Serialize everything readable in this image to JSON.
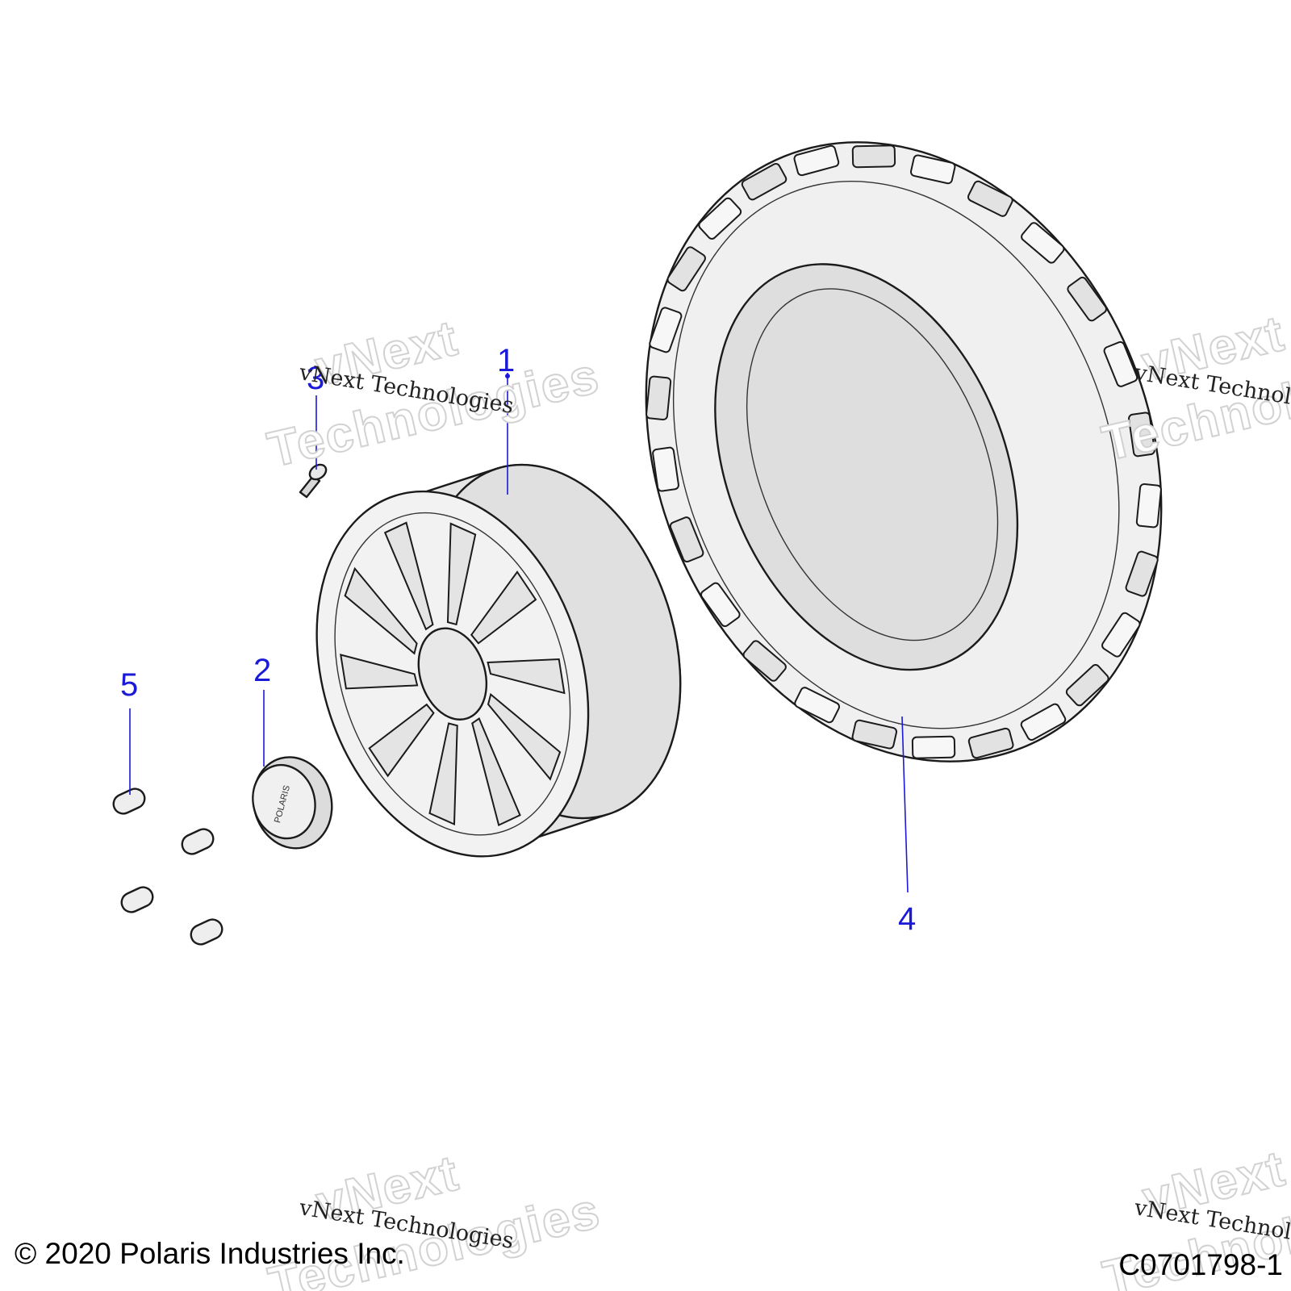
{
  "callouts": [
    {
      "id": "1",
      "label": "1"
    },
    {
      "id": "2",
      "label": "2"
    },
    {
      "id": "3",
      "label": "3"
    },
    {
      "id": "4",
      "label": "4"
    },
    {
      "id": "5",
      "label": "5"
    }
  ],
  "watermark": {
    "line": "vNext Technologies",
    "big_top": "vNext",
    "big_bottom": "Technologies"
  },
  "footer": {
    "copyright": "© 2020 Polaris Industries Inc.",
    "drawing_number": "C0701798-1"
  },
  "hub_cap_text": "POLARIS"
}
